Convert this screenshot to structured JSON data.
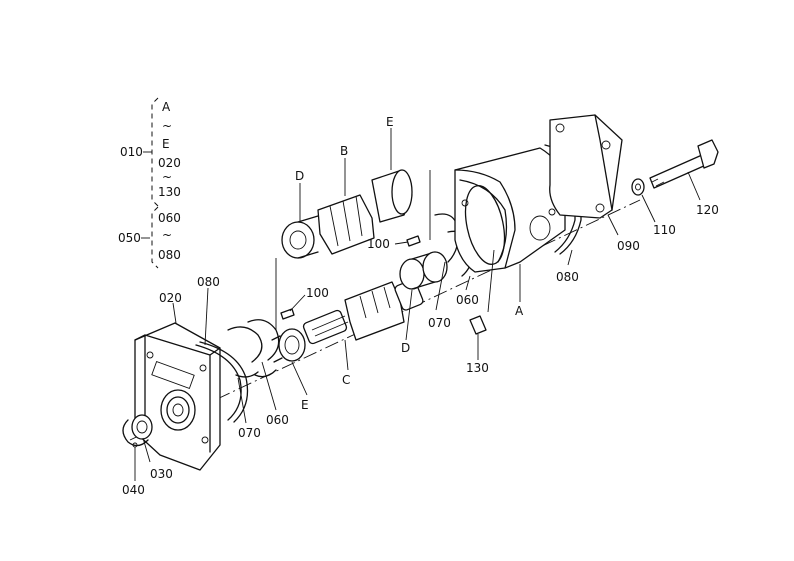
{
  "bracket": {
    "outer": "010",
    "range1_start": "A",
    "range1_tilde": "~",
    "range1_end": "E",
    "range2_start": "020",
    "range2_tilde": "~",
    "range2_end": "130",
    "outer2": "050",
    "range3_start": "060",
    "range3_tilde": "~",
    "range3_end": "080"
  },
  "parts": {
    "p020": "020",
    "p030": "030",
    "p040": "040",
    "p060a": "060",
    "p060b": "060",
    "p070a": "070",
    "p070b": "070",
    "p080a": "080",
    "p080b": "080",
    "p090": "090",
    "p100a": "100",
    "p100b": "100",
    "p110": "110",
    "p120": "120",
    "p130": "130",
    "pA": "A",
    "pB": "B",
    "pC": "C",
    "pD1": "D",
    "pD2": "D",
    "pE1": "E",
    "pE2": "E"
  }
}
